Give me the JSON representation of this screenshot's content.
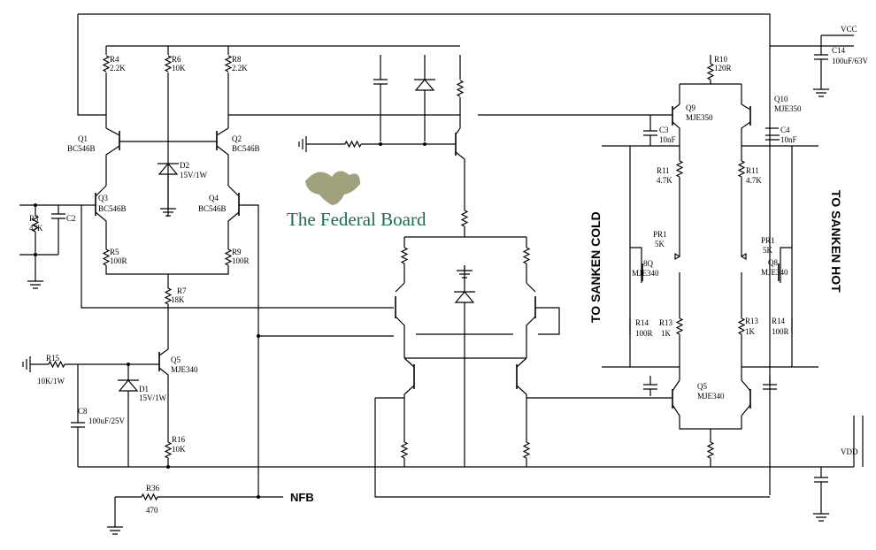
{
  "logo": {
    "text": "The Federal Board"
  },
  "rails": {
    "vcc": "VCC",
    "vdd": "VDD"
  },
  "nets": {
    "nfb": "NFB"
  },
  "side_labels": {
    "left": "TO SANKEN COLD",
    "right": "TO SANKEN HOT"
  },
  "resistors": {
    "r4": [
      "R4",
      "2.2K"
    ],
    "r6": [
      "R6",
      "10K"
    ],
    "r8": [
      "R8",
      "2.2K"
    ],
    "r3": [
      "R3",
      "47K"
    ],
    "r5": [
      "R5",
      "100R"
    ],
    "r9": [
      "R9",
      "100R"
    ],
    "r7": [
      "R7",
      "18K"
    ],
    "r15": [
      "R15",
      "10K/1W"
    ],
    "r16": [
      "R16",
      "10K"
    ],
    "r36": [
      "R36",
      "470"
    ],
    "r10": [
      "R10",
      "120R"
    ],
    "r11a": [
      "R11",
      "4.7K"
    ],
    "r11b": [
      "R11",
      "4.7K"
    ],
    "pr1a": [
      "PR1",
      "5K"
    ],
    "pr1b": [
      "PR1",
      "5K"
    ],
    "r14a": [
      "R14",
      "100R"
    ],
    "r13a": [
      "R13",
      "1K"
    ],
    "r13b": [
      "R13",
      "1K"
    ],
    "r14b": [
      "R14",
      "100R"
    ]
  },
  "capacitors": {
    "c2": "C2",
    "c8": [
      "C8",
      "100uF/25V"
    ],
    "c14": [
      "C14",
      "100uF/63V"
    ],
    "c3": [
      "C3",
      "10nF"
    ],
    "c4": [
      "C4",
      "10nF"
    ]
  },
  "diodes": {
    "d2": [
      "D2",
      "15V/1W"
    ],
    "d1": [
      "D1",
      "15V/1W"
    ]
  },
  "transistors": {
    "q1": [
      "Q1",
      "BC546B"
    ],
    "q2": [
      "Q2",
      "BC546B"
    ],
    "q3": [
      "Q3",
      "BC546B"
    ],
    "q4": [
      "Q4",
      "BC546B"
    ],
    "q5a": [
      "Q5",
      "MJE340"
    ],
    "q9": [
      "Q9",
      "MJE350"
    ],
    "q10": [
      "Q10",
      "MJE350"
    ],
    "q8a": [
      "8Q",
      "MJE340"
    ],
    "q8b": [
      "Q8",
      "MJE340"
    ],
    "q5b": [
      "Q5",
      "MJE340"
    ]
  }
}
